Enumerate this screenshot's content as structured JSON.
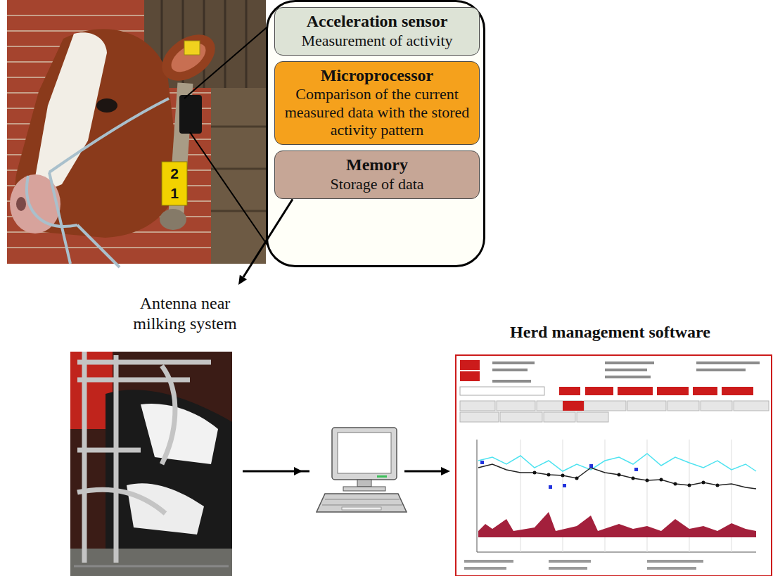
{
  "diagram": {
    "nodes": [
      {
        "text": [
          "Acceleration sensor",
          "Measurement of activity"
        ]
      },
      {
        "text": [
          "Microprocessor",
          "Comparison of the current measured data with the stored activity pattern"
        ]
      },
      {
        "text": [
          "Memory",
          "Storage of data"
        ]
      },
      {
        "text": [
          "Antenna near milking system"
        ]
      },
      {
        "text": [
          "Herd management software"
        ]
      }
    ],
    "edges": [
      {
        "from": 2,
        "to": 3,
        "arrow": "to"
      },
      {
        "from": 3,
        "to": 4,
        "arrow": "to"
      }
    ],
    "labels": [
      "2",
      "1"
    ]
  }
}
